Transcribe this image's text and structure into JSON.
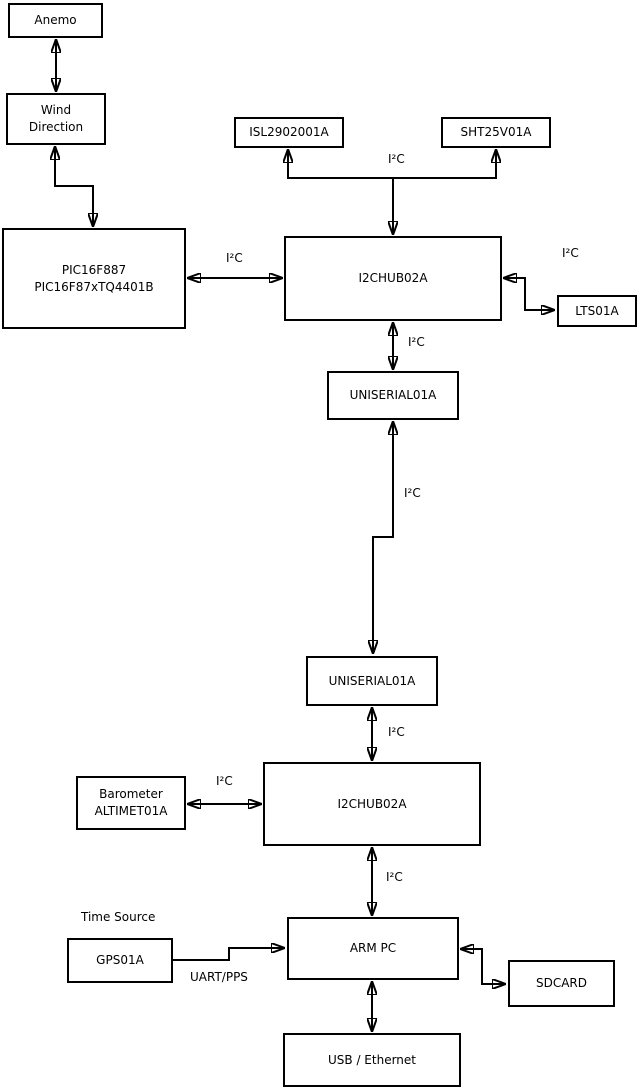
{
  "diagram": {
    "nodes": {
      "anemo": {
        "label": "Anemo"
      },
      "wind_direction": {
        "label": "Wind\nDirection"
      },
      "pic": {
        "label": "PIC16F887\nPIC16F87xTQ4401B"
      },
      "isl": {
        "label": "ISL2902001A"
      },
      "sht": {
        "label": "SHT25V01A"
      },
      "hub1": {
        "label": "I2CHUB02A"
      },
      "lts": {
        "label": "LTS01A"
      },
      "uniserial1": {
        "label": "UNISERIAL01A"
      },
      "uniserial2": {
        "label": "UNISERIAL01A"
      },
      "hub2": {
        "label": "I2CHUB02A"
      },
      "barometer": {
        "label": "Barometer\nALTIMET01A"
      },
      "arm_pc": {
        "label": "ARM PC"
      },
      "gps": {
        "label": "GPS01A"
      },
      "sdcard": {
        "label": "SDCARD"
      },
      "usb_ethernet": {
        "label": "USB / Ethernet"
      }
    },
    "edge_labels": {
      "i2c": "I²C",
      "uart_pps": "UART/PPS",
      "time_source": "Time Source"
    },
    "colors": {
      "line": "#000000",
      "background": "#ffffff",
      "text": "#000000"
    }
  }
}
